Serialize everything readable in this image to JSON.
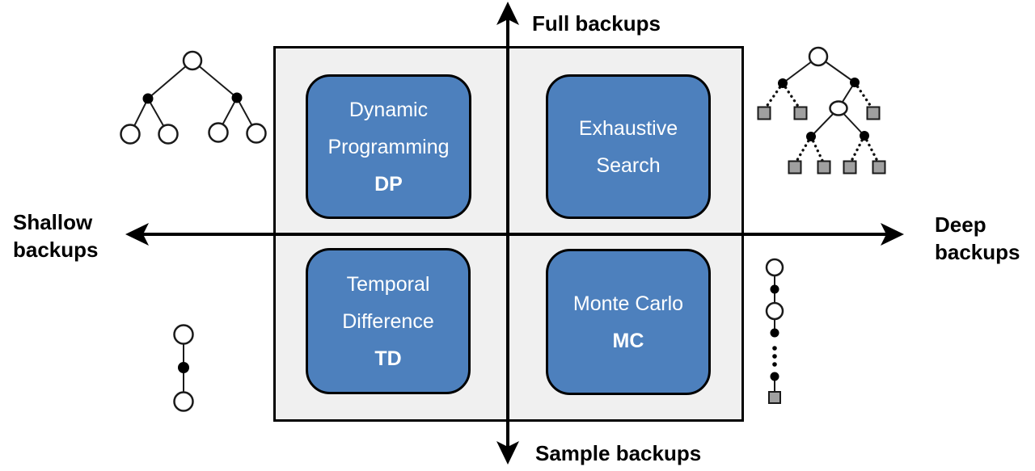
{
  "axes": {
    "top_label": "Full backups",
    "bottom_label": "Sample backups",
    "left_label_lines": [
      "Shallow",
      "backups"
    ],
    "right_label_lines": [
      "Deep",
      "backups"
    ]
  },
  "quadrants": {
    "dp": {
      "lines": [
        "Dynamic",
        "Programming"
      ],
      "abbr": "DP"
    },
    "exhaustive_search": {
      "lines": [
        "Exhaustive",
        "Search"
      ]
    },
    "td": {
      "lines": [
        "Temporal",
        "Difference"
      ],
      "abbr": "TD"
    },
    "mc": {
      "lines": [
        "Monte Carlo"
      ],
      "abbr": "MC"
    }
  },
  "icons": {
    "top_left": "dp-backup-tree-icon",
    "top_right": "exhaustive-search-backup-tree-icon",
    "bottom_left": "td-backup-chain-icon",
    "bottom_right": "mc-backup-chain-icon"
  },
  "colors": {
    "quadrant_fill": "#4d80bd",
    "quadrant_text": "#ffffff",
    "panel_fill": "#f0f0f0",
    "axis_color": "#000000",
    "terminal_square_fill": "#a0a0a0"
  }
}
